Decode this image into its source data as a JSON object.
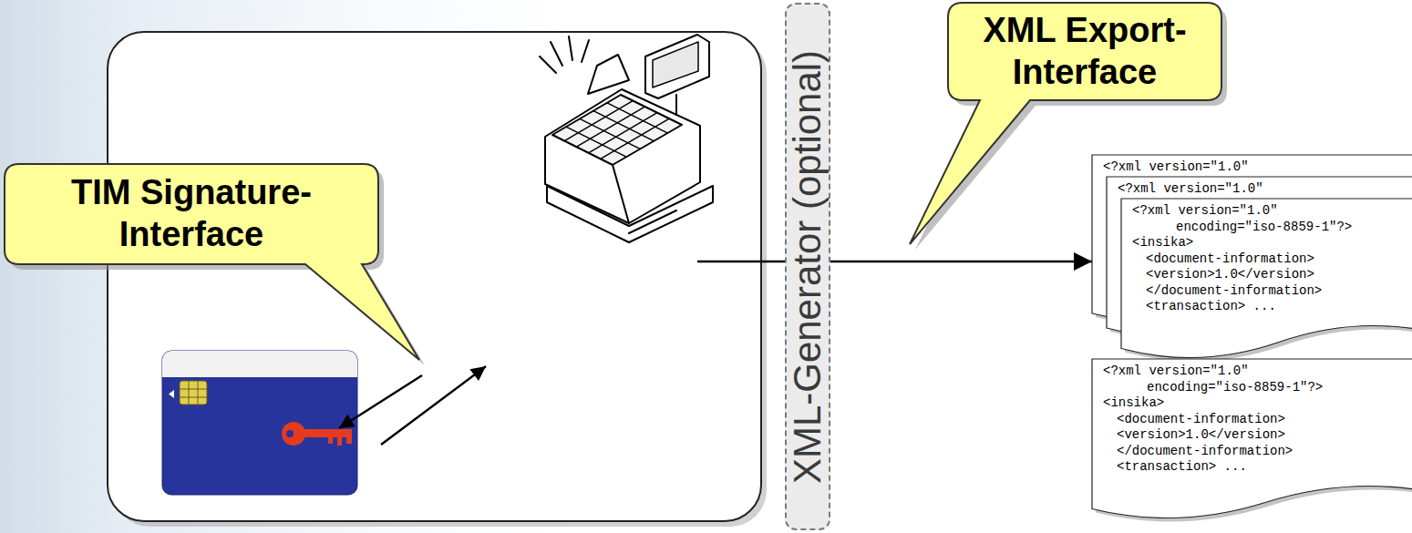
{
  "diagram": {
    "nodes": [
      {
        "text": [
          "TIM Signature- Interface"
        ]
      },
      {
        "text": [
          "XML-Generator (optional)"
        ]
      },
      {
        "text": [
          "XML Export- Interface"
        ]
      },
      {
        "text": [
          "<?xml version=\"1.0\""
        ]
      },
      {
        "text": [
          "<?xml version=\"1.0\""
        ]
      },
      {
        "text": [
          "<?xml version=\"1.0\"",
          "encoding=\"iso-8859-1\"?>",
          "<insika>",
          "<document-information>",
          "<version>1.0</version>",
          "</document-information>",
          "<transaction> ..."
        ]
      },
      {
        "text": [
          "<?xml version=\"1.0\"",
          "encoding=\"iso-8859-1\"?>",
          "<insika>",
          "<document-information>",
          "<version>1.0</version>",
          "</document-information>",
          "<transaction> ..."
        ]
      }
    ],
    "edges": [
      {
        "from": 1,
        "to": 3,
        "arrow": "to"
      }
    ]
  }
}
